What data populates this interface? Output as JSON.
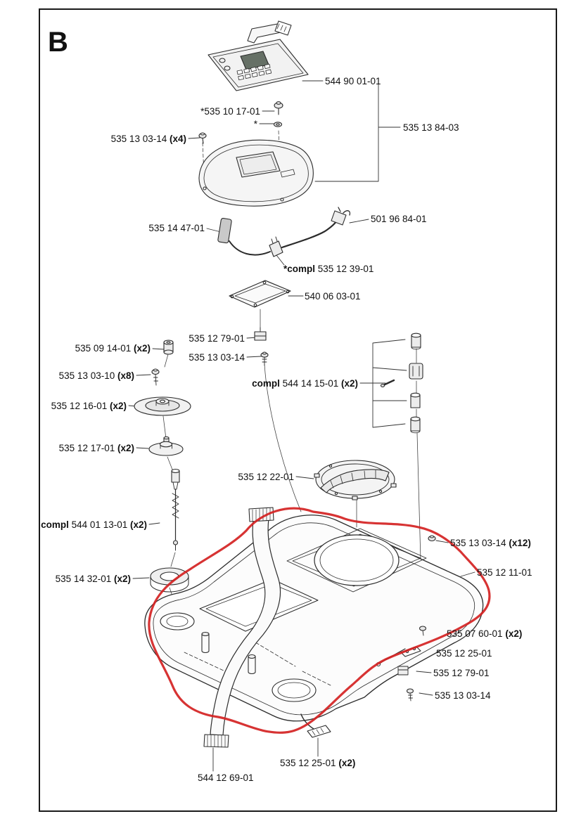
{
  "page": {
    "section_letter": "B"
  },
  "diagram": {
    "description": "Exploded parts diagram of mower chassis assembly",
    "annotation_color": "#d42222",
    "labels": [
      {
        "prefix": "",
        "number": "544 90 01-01",
        "suffix": ""
      },
      {
        "prefix": "",
        "number": "*535 10 17-01",
        "suffix": ""
      },
      {
        "prefix": "",
        "number": "*",
        "suffix": ""
      },
      {
        "prefix": "",
        "number": "535 13 03-14",
        "suffix": " (x4)"
      },
      {
        "prefix": "",
        "number": "535 13 84-03",
        "suffix": ""
      },
      {
        "prefix": "",
        "number": "535 14 47-01",
        "suffix": ""
      },
      {
        "prefix": "",
        "number": "501 96 84-01",
        "suffix": ""
      },
      {
        "prefix": "*compl ",
        "number": "535 12 39-01",
        "suffix": ""
      },
      {
        "prefix": "",
        "number": "540 06 03-01",
        "suffix": ""
      },
      {
        "prefix": "",
        "number": "535 12 79-01",
        "suffix": ""
      },
      {
        "prefix": "",
        "number": "535 13 03-14",
        "suffix": ""
      },
      {
        "prefix": "",
        "number": "535 09 14-01",
        "suffix": " (x2)"
      },
      {
        "prefix": "",
        "number": "535 13 03-10",
        "suffix": " (x8)"
      },
      {
        "prefix": "",
        "number": "535 12 16-01",
        "suffix": " (x2)"
      },
      {
        "prefix": "",
        "number": "535 12 17-01",
        "suffix": " (x2)"
      },
      {
        "prefix": "compl ",
        "number": "544 14 15-01",
        "suffix": " (x2)"
      },
      {
        "prefix": "",
        "number": "535 12 22-01",
        "suffix": ""
      },
      {
        "prefix": "compl ",
        "number": "544 01 13-01",
        "suffix": " (x2)"
      },
      {
        "prefix": "",
        "number": "535 13 03-14",
        "suffix": " (x12)"
      },
      {
        "prefix": "",
        "number": "535 12 11-01",
        "suffix": ""
      },
      {
        "prefix": "",
        "number": "535 14 32-01",
        "suffix": " (x2)"
      },
      {
        "prefix": "",
        "number": "535 07 60-01",
        "suffix": " (x2)"
      },
      {
        "prefix": "",
        "number": "535 12 25-01",
        "suffix": ""
      },
      {
        "prefix": "",
        "number": "535 12 79-01",
        "suffix": ""
      },
      {
        "prefix": "",
        "number": "535 13 03-14",
        "suffix": ""
      },
      {
        "prefix": "",
        "number": "535 12 25-01",
        "suffix": " (x2)"
      },
      {
        "prefix": "",
        "number": "544 12 69-01",
        "suffix": ""
      }
    ]
  }
}
